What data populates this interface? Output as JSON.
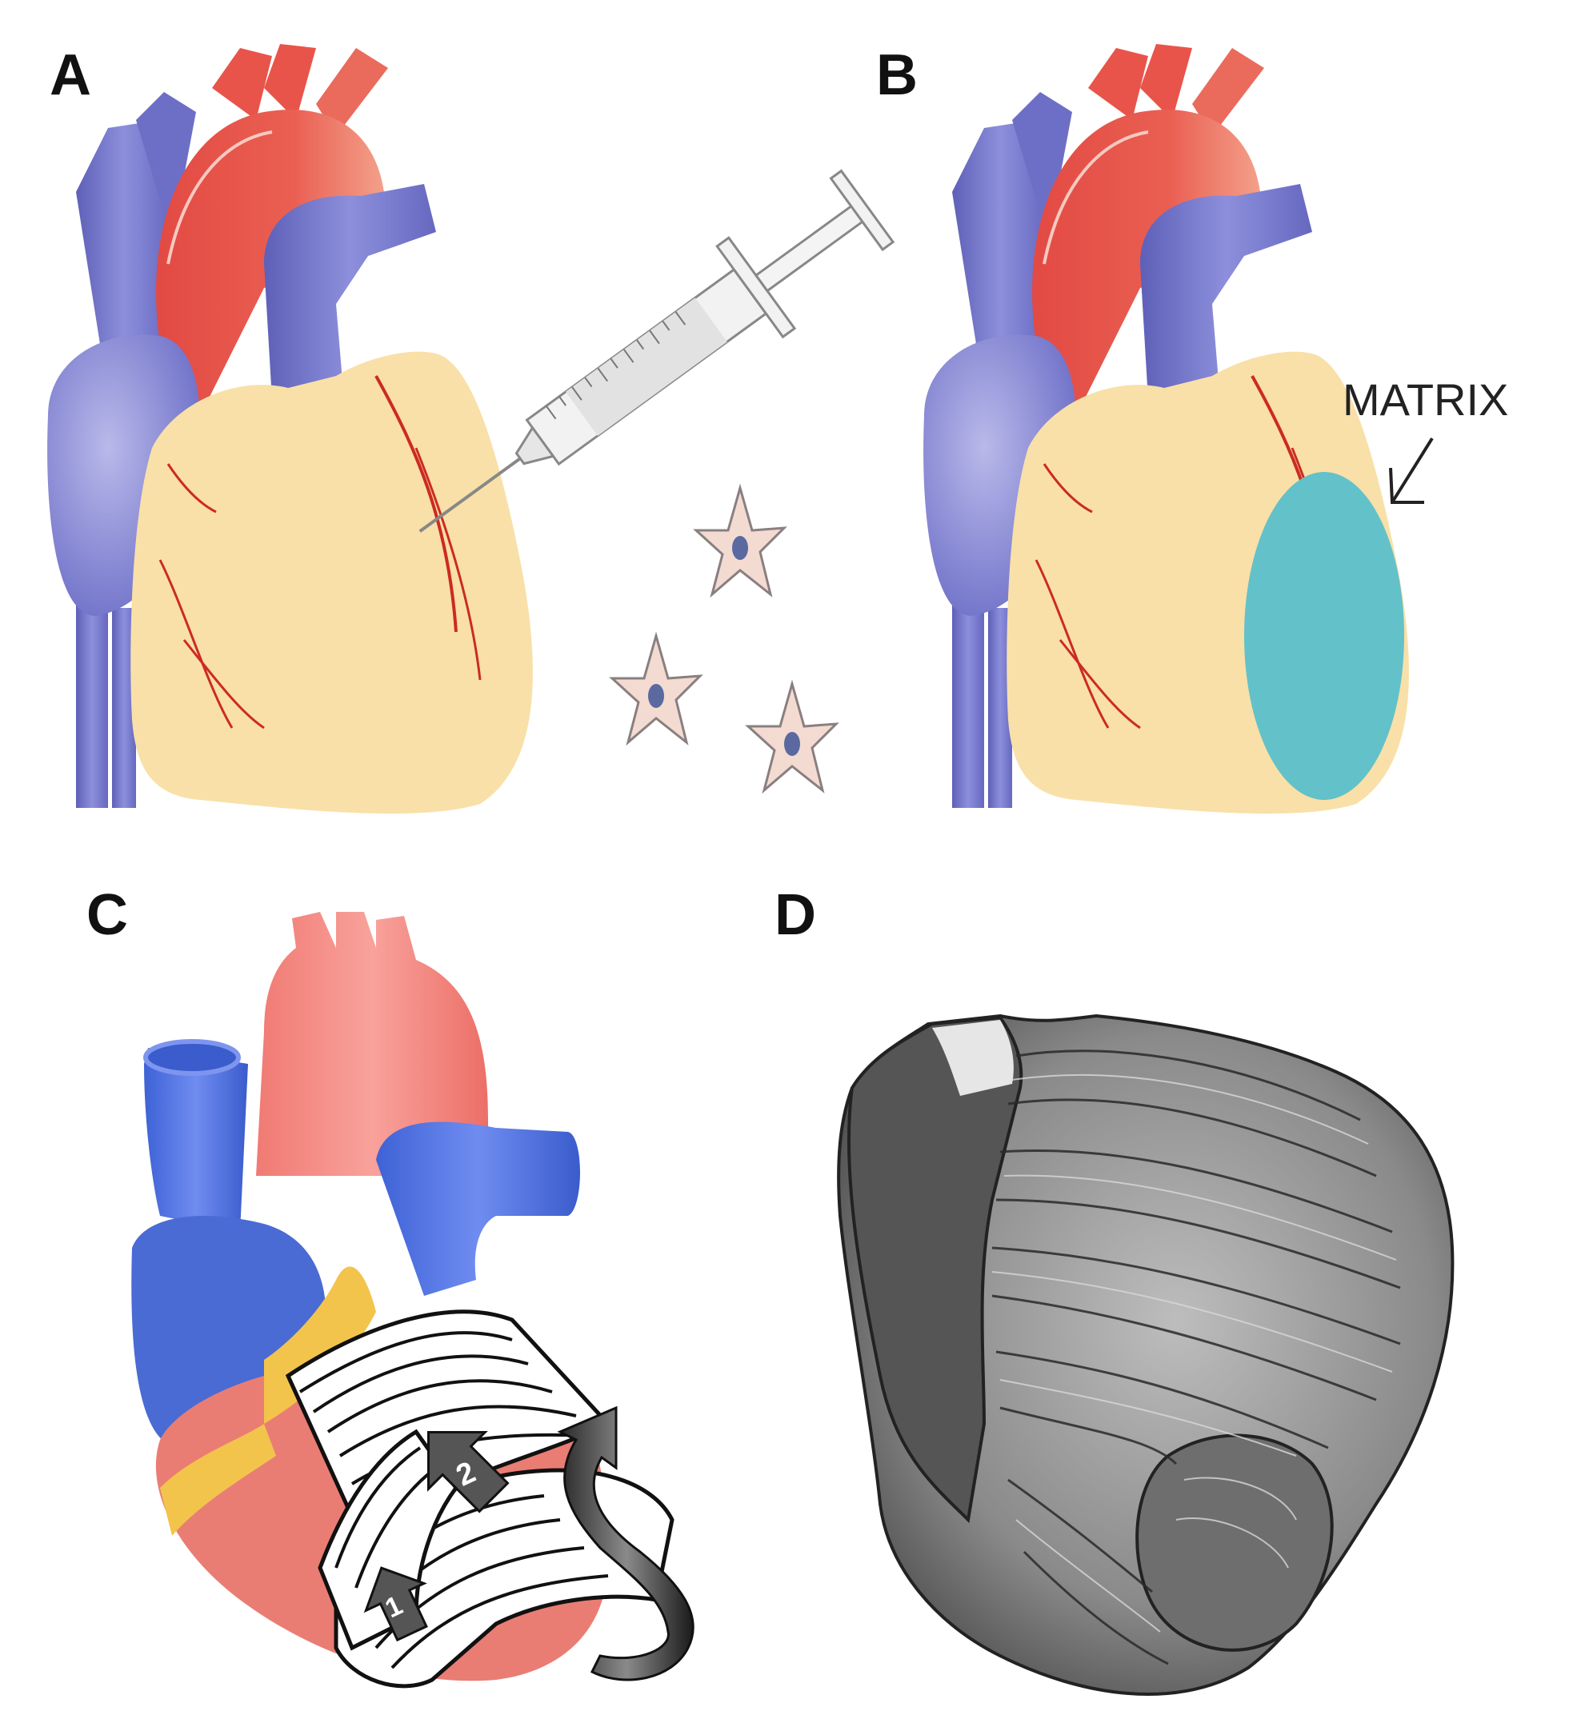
{
  "panels": {
    "a": {
      "label": "A"
    },
    "b": {
      "label": "B",
      "annotation": "MATRIX"
    },
    "c": {
      "label": "C",
      "band_numbers": [
        "1",
        "2"
      ]
    },
    "d": {
      "label": "D"
    }
  },
  "colors": {
    "aorta": "#e8534a",
    "vena_cava": "#7c7ed0",
    "myocardium": "#f7dfa6",
    "coronary": "#cc2a22",
    "matrix": "#63c1c9",
    "cell": "#f2d9cf",
    "nucleus": "#5a6aa0",
    "muscle": "#e97f76",
    "vessel_blue": "#4a6fd8",
    "fat": "#f2c34a",
    "band": "#ffffff"
  },
  "icons": {
    "syringe": "syringe-icon",
    "arrow": "arrow-icon"
  }
}
